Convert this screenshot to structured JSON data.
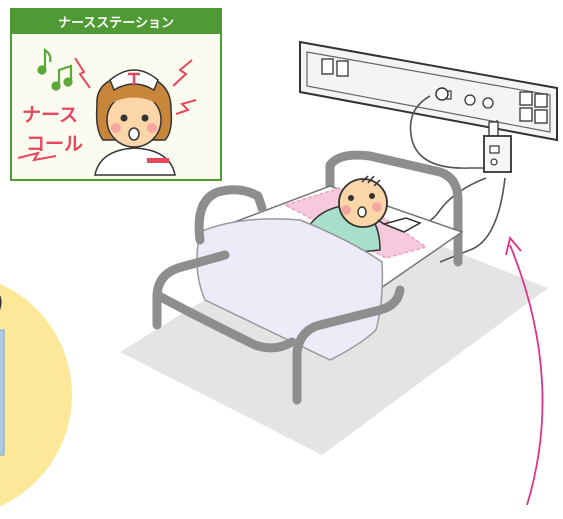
{
  "nurse_station_panel": {
    "title": "ナースステーション",
    "call_text_line1": "ナース",
    "call_text_line2": "コール"
  },
  "colors": {
    "panel_green": "#4f9a35",
    "panel_bg": "#fbfbf0",
    "alert_red": "#e8465a",
    "note_green": "#5aa83a",
    "bubble_yellow": "#fde89a",
    "arrow_pink": "#e2338a",
    "bed_gray": "#8e8e8e",
    "floor_gray": "#e4e4e4",
    "sheet_lavender": "#ecebf7",
    "mattress_pink": "#f7c9dd"
  },
  "icons": {
    "music_note": "music-note-icon",
    "lightning": "lightning-icon",
    "arrow": "arrow-icon"
  }
}
